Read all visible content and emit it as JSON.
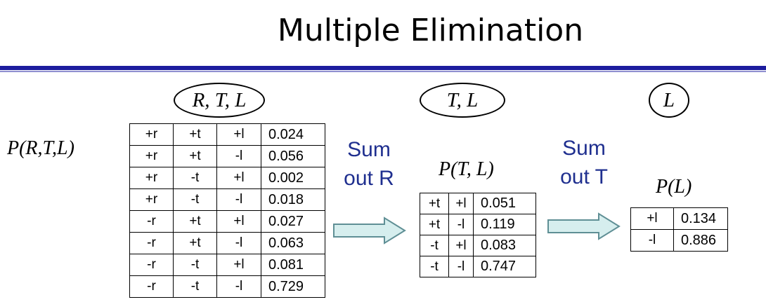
{
  "slide": {
    "title": "Multiple Elimination"
  },
  "factors": {
    "rtl": {
      "scope": "R, T, L",
      "label": "P(R,T,L)",
      "rows": [
        [
          "+r",
          "+t",
          "+l",
          "0.024"
        ],
        [
          "+r",
          "+t",
          "-l",
          "0.056"
        ],
        [
          "+r",
          "-t",
          "+l",
          "0.002"
        ],
        [
          "+r",
          "-t",
          "-l",
          "0.018"
        ],
        [
          "-r",
          "+t",
          "+l",
          "0.027"
        ],
        [
          "-r",
          "+t",
          "-l",
          "0.063"
        ],
        [
          "-r",
          "-t",
          "+l",
          "0.081"
        ],
        [
          "-r",
          "-t",
          "-l",
          "0.729"
        ]
      ]
    },
    "tl": {
      "scope": "T, L",
      "label": "P(T, L)",
      "rows": [
        [
          "+t",
          "+l",
          "0.051"
        ],
        [
          "+t",
          "-l",
          "0.119"
        ],
        [
          "-t",
          "+l",
          "0.083"
        ],
        [
          "-t",
          "-l",
          "0.747"
        ]
      ]
    },
    "l": {
      "scope": "L",
      "label": "P(L)",
      "rows": [
        [
          "+l",
          "0.134"
        ],
        [
          "-l",
          "0.886"
        ]
      ]
    }
  },
  "operations": {
    "sum_out_r": {
      "line1": "Sum",
      "line2": "out R"
    },
    "sum_out_t": {
      "line1": "Sum",
      "line2": "out T"
    }
  },
  "colors": {
    "title_rule": "#1c1c9e",
    "operation_text": "#1f2f8f",
    "arrow_fill": "#d6eeee",
    "arrow_stroke": "#5f8f95"
  }
}
